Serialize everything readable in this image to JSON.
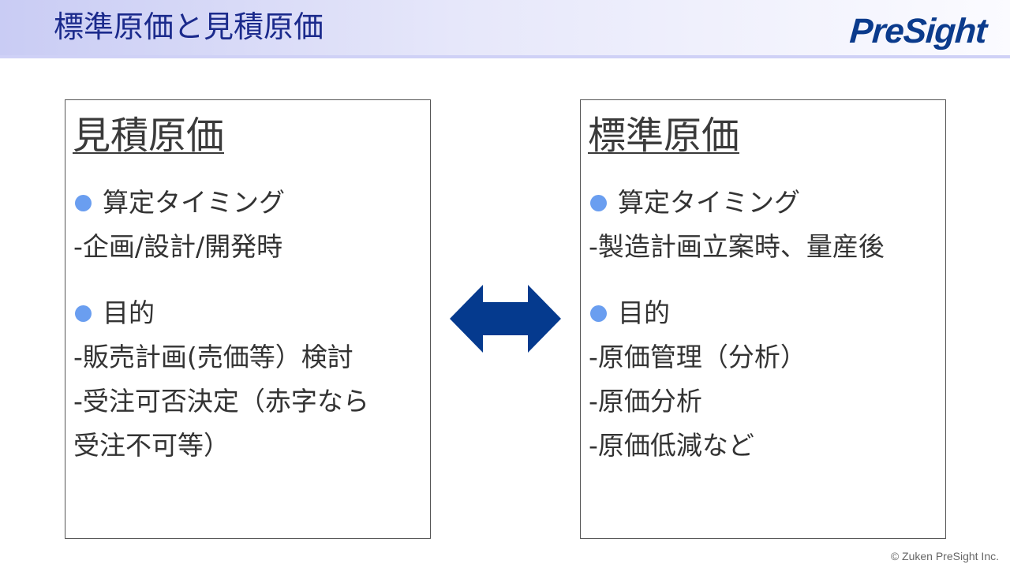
{
  "header": {
    "title": "標準原価と見積原価",
    "logo_text": "PreSight",
    "logo_color": "#0b3b8c"
  },
  "left_panel": {
    "heading": "見積原価",
    "sections": [
      {
        "bullet": "算定タイミング",
        "lines": [
          "-企画/設計/開発時"
        ]
      },
      {
        "bullet": "目的",
        "lines": [
          "-販売計画(売価等）検討",
          "-受注可否決定（赤字なら",
          "受注不可等）"
        ]
      }
    ]
  },
  "right_panel": {
    "heading": "標準原価",
    "sections": [
      {
        "bullet": "算定タイミング",
        "lines": [
          "-製造計画立案時、量産後"
        ]
      },
      {
        "bullet": "目的",
        "lines": [
          "-原価管理（分析）",
          "-原価分析",
          "-原価低減など"
        ]
      }
    ]
  },
  "center_arrow": {
    "icon": "double-arrow-icon",
    "color": "#053a8e"
  },
  "bullet_color": "#6a9ef0",
  "footer": {
    "copyright": "© Zuken PreSight Inc."
  }
}
